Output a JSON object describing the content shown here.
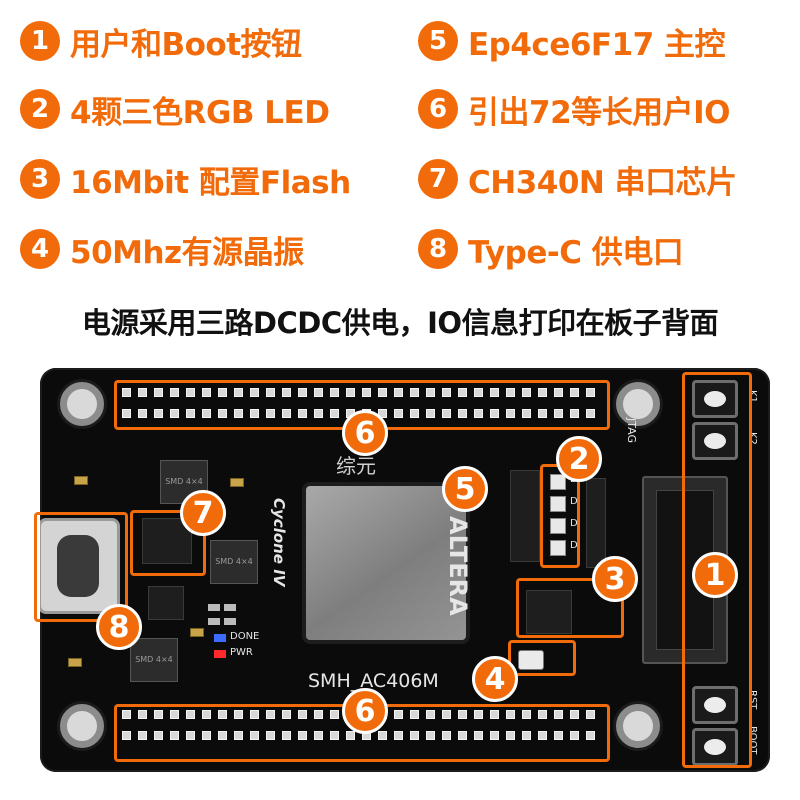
{
  "features": [
    {
      "num": "1",
      "label": "用户和Boot按钮"
    },
    {
      "num": "5",
      "label": "Ep4ce6F17 主控"
    },
    {
      "num": "2",
      "label": "4颗三色RGB LED"
    },
    {
      "num": "6",
      "label": "引出72等长用户IO"
    },
    {
      "num": "3",
      "label": "16Mbit 配置Flash"
    },
    {
      "num": "7",
      "label": "CH340N 串口芯片"
    },
    {
      "num": "4",
      "label": "50Mhz有源晶振"
    },
    {
      "num": "8",
      "label": "Type-C 供电口"
    }
  ],
  "caption": "电源采用三路DCDC供电，IO信息打印在板子背面",
  "board": {
    "silkscreen": {
      "model": "SMH_AC406M",
      "brand": "Cyclone IV",
      "vendor": "ALTERA",
      "logo": "综元",
      "jtag": "JTAG",
      "k1": "K1",
      "k2": "K2",
      "rst": "RST",
      "boot": "BOOT",
      "done": "DONE",
      "pwr": "PWR",
      "smd1": "SMD 4×4",
      "smd2": "SMD 4×4",
      "smd3": "SMD 4×4",
      "led_d": "D"
    },
    "markers": [
      "6",
      "2",
      "5",
      "7",
      "3",
      "1",
      "8",
      "4",
      "6"
    ]
  },
  "colors": {
    "accent": "#f26b0a",
    "board": "#0b0b0c"
  }
}
